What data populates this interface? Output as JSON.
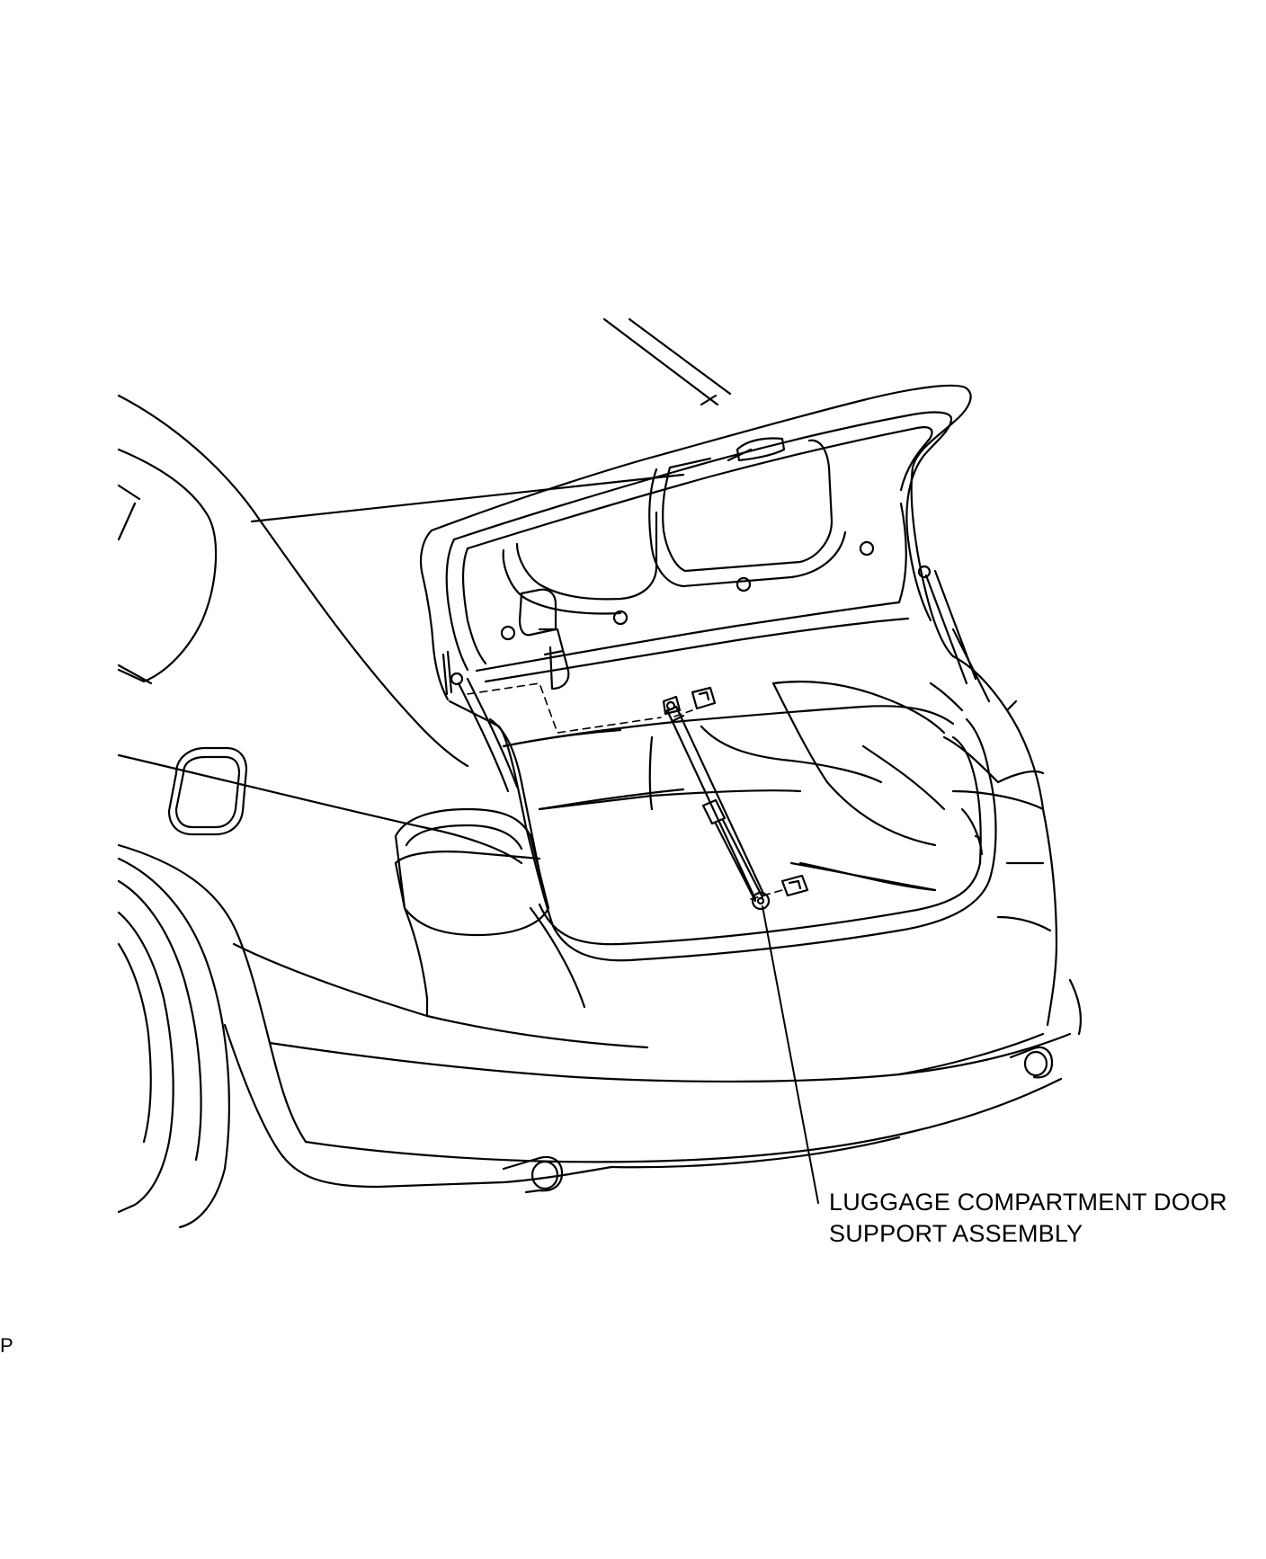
{
  "callout": {
    "line1": "LUGGAGE COMPARTMENT DOOR",
    "line2": "SUPPORT ASSEMBLY"
  },
  "corner_mark": "P",
  "colors": {
    "line": "#000000",
    "background": "#ffffff"
  }
}
